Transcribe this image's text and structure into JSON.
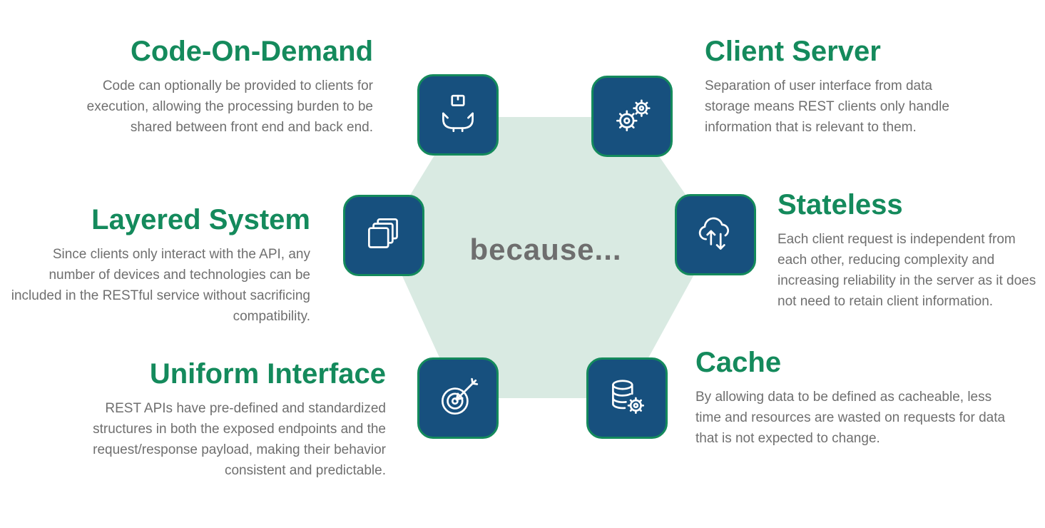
{
  "page": {
    "background": "#FFFFFF",
    "kind": "REST API constraints infographic"
  },
  "center": {
    "label": "because..."
  },
  "colors": {
    "heading_green": "#148A5C",
    "tile_blue": "#17507E",
    "tile_border_green": "#148A5C",
    "hexagon_fill": "#D9EAE2",
    "body_text_gray": "#6F6F6F",
    "center_text_gray": "#6E6E6E",
    "icon_stroke": "#FFFFFF"
  },
  "sections": [
    {
      "id": "code-on-demand",
      "title": "Code-On-Demand",
      "body": "Code can optionally be provided to clients for execution, allowing the processing burden to be shared between front end and back end.",
      "icon": "hands-holding-box-icon",
      "align": "right"
    },
    {
      "id": "client-server",
      "title": "Client Server",
      "body": "Separation of user interface from data storage means REST clients only handle information that is relevant to them.",
      "icon": "gears-icon",
      "align": "left"
    },
    {
      "id": "layered-system",
      "title": "Layered System",
      "body": "Since clients only interact with the API, any number of devices and technologies can be included in the RESTful service without sacrificing compatibility.",
      "icon": "layers-icon",
      "align": "right"
    },
    {
      "id": "stateless",
      "title": "Stateless",
      "body": "Each client request is independent from each other, reducing complexity and increasing reliability in the server as it does not need to retain client information.",
      "icon": "cloud-sync-arrows-icon",
      "align": "left"
    },
    {
      "id": "uniform-interface",
      "title": "Uniform Interface",
      "body": "REST APIs have pre-defined and standardized structures in both the exposed endpoints and the request/response payload, making their behavior consistent and predictable.",
      "icon": "target-arrow-icon",
      "align": "right"
    },
    {
      "id": "cache",
      "title": "Cache",
      "body": "By allowing data to be defined as cacheable, less time and resources are wasted on requests for data that is not expected to change.",
      "icon": "database-gear-icon",
      "align": "left"
    }
  ]
}
